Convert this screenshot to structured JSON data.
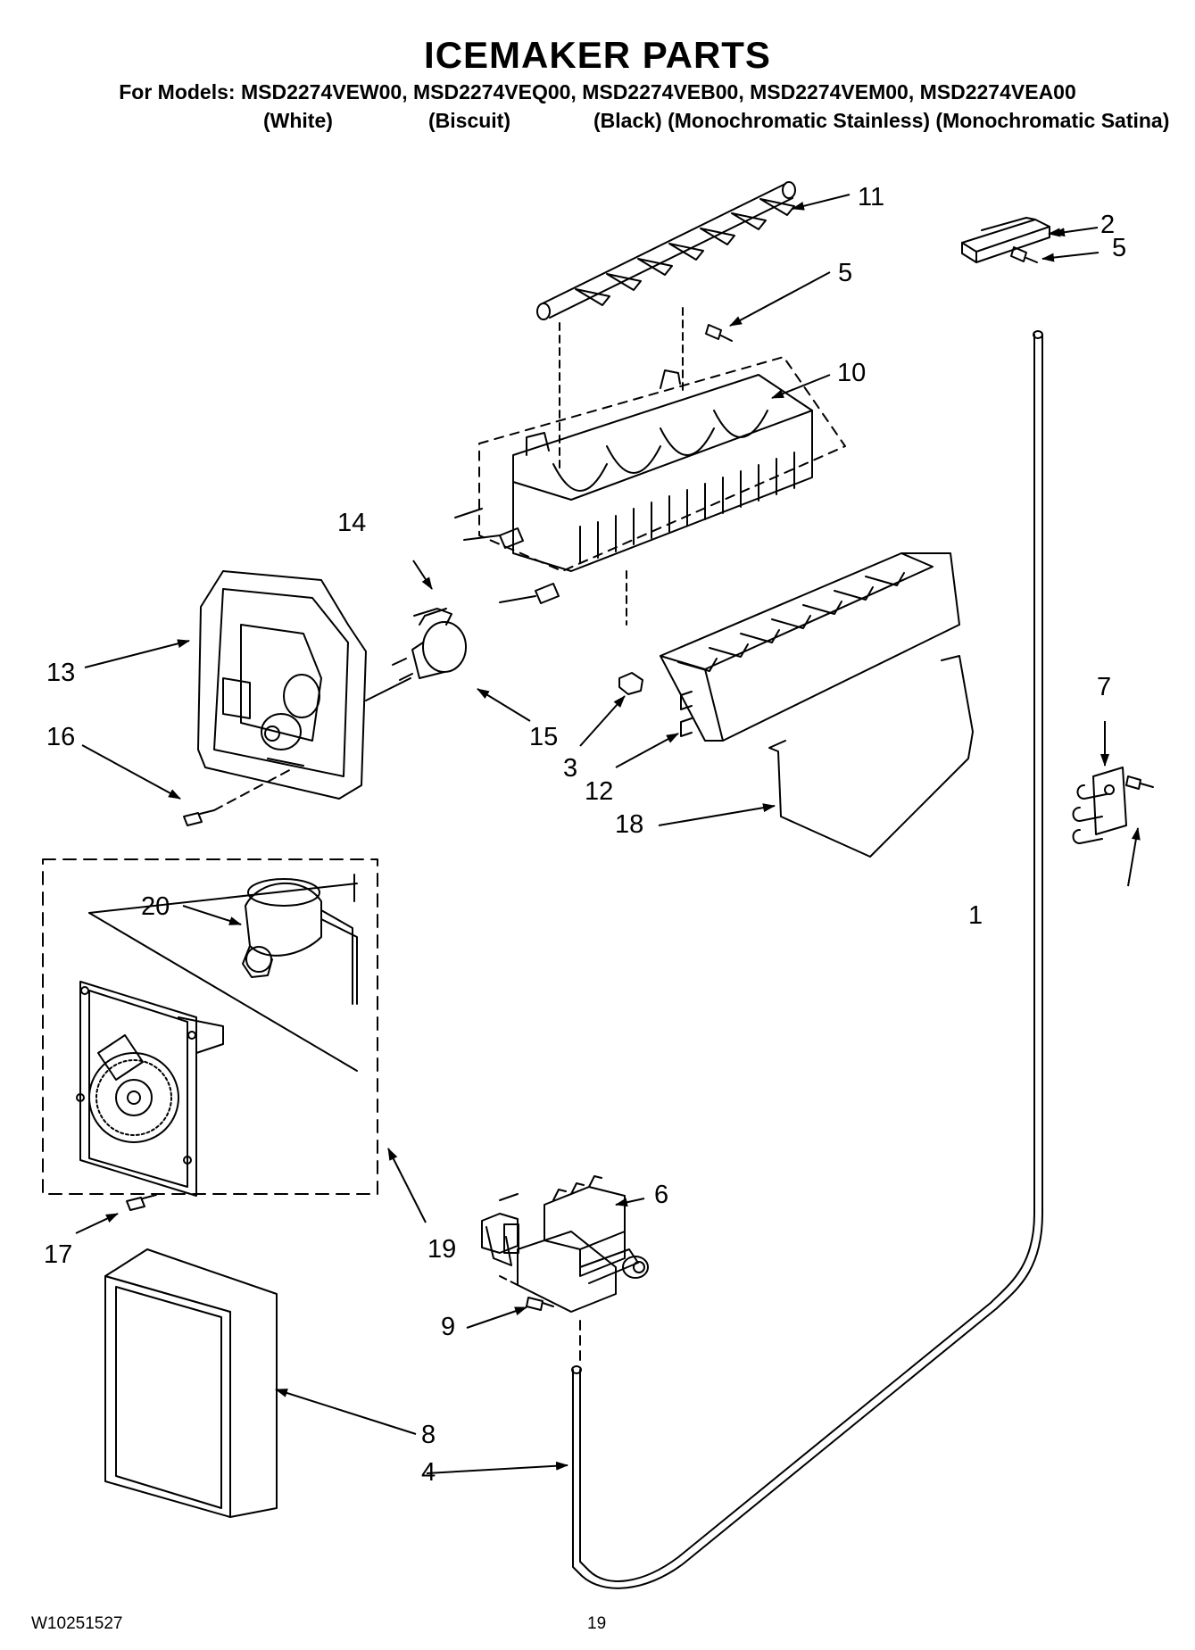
{
  "header": {
    "title": "ICEMAKER PARTS",
    "models_line": "For Models: MSD2274VEW00, MSD2274VEQ00, MSD2274VEB00, MSD2274VEM00, MSD2274VEA00",
    "colors": [
      "(White)",
      "(Biscuit)",
      "(Black) (Monochromatic Stainless) (Monochromatic Satina)"
    ]
  },
  "callouts": {
    "c1": "1",
    "c2": "2",
    "c3": "3",
    "c4": "4",
    "c5a": "5",
    "c5b": "5",
    "c6": "6",
    "c7": "7",
    "c8": "8",
    "c9": "9",
    "c10": "10",
    "c11": "11",
    "c12": "12",
    "c13": "13",
    "c14": "14",
    "c15": "15",
    "c16": "16",
    "c17": "17",
    "c18": "18",
    "c19": "19",
    "c20": "20"
  },
  "footer": {
    "doc_number": "W10251527",
    "page_number": "19"
  }
}
